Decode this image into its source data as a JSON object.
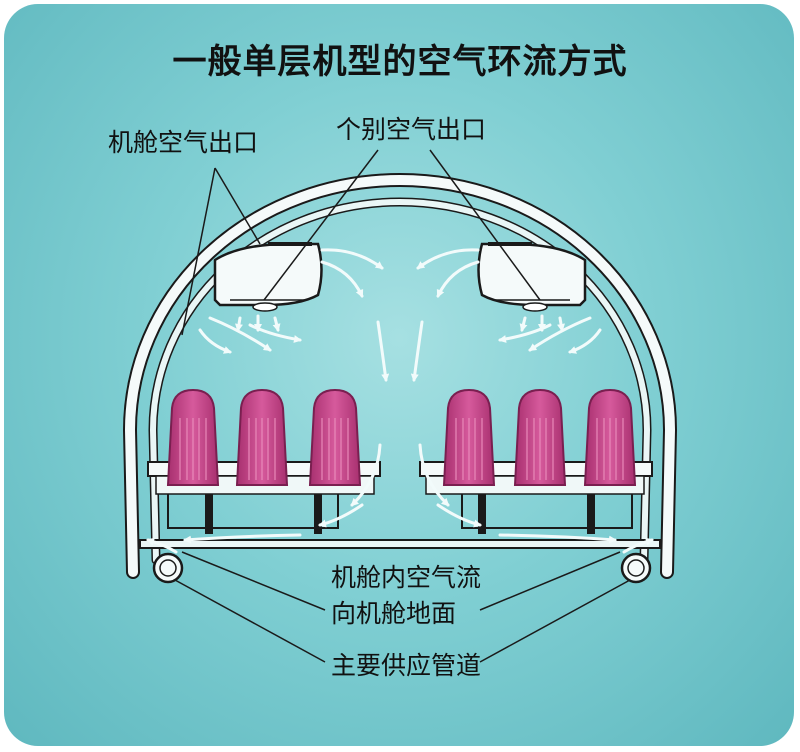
{
  "title": "一般单层机型的空气环流方式",
  "labels": {
    "cabin_air_outlet": "机舱空气出口",
    "individual_air_outlet": "个别空气出口",
    "floor_flow_line1": "机舱内空气流",
    "floor_flow_line2": "向机舱地面",
    "main_supply_duct": "主要供应管道"
  },
  "colors": {
    "background": "#80cfd3",
    "seat": "#c24488",
    "arrow": "#f2fbfb",
    "duct": "#f5fafa",
    "outline": "#1a1a1a"
  }
}
